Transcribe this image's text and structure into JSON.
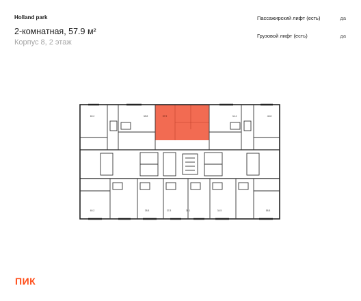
{
  "header": {
    "project": "Holland park",
    "title": "2-комнатная, 57.9 м²",
    "subtitle": "Корпус 8, 2 этаж"
  },
  "specs": [
    {
      "label": "Пассажирский лифт (есть)",
      "value": "да"
    },
    {
      "label": "Грузовой лифт (есть)",
      "value": "да"
    }
  ],
  "plan": {
    "highlight_color": "#f26b52",
    "selected_area": "57.9",
    "top_areas": [
      "60.2",
      "38.8",
      "34.4",
      "48.8"
    ],
    "bottom_areas": [
      "60.2",
      "38.8",
      "37.8",
      "38.1",
      "34.5",
      "58.8"
    ]
  },
  "logo": "ПИК"
}
